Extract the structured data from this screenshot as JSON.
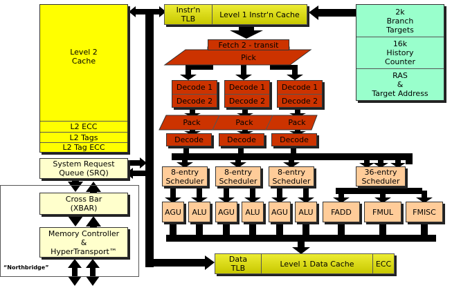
{
  "l2": {
    "cache": "Level 2\nCache",
    "ecc": "L2 ECC",
    "tags": "L2 Tags",
    "tag_ecc": "L2 Tag ECC"
  },
  "srq": "System Request\nQueue (SRQ)",
  "xbar": "Cross Bar\n(XBAR)",
  "memctrl": "Memory Controller\n&\nHyperTransport™",
  "northbridge": "“Northbridge”",
  "icache": {
    "tlb": "Instr'n\nTLB",
    "cache": "Level 1 Instr'n Cache"
  },
  "branch": {
    "targets": "2k\nBranch\nTargets",
    "history": "16k\nHistory\nCounter",
    "ras": "RAS\n&\nTarget Address"
  },
  "fetch": "Fetch 2 - transit",
  "pick": "Pick",
  "decode_lanes": [
    {
      "d1": "Decode 1",
      "d2": "Decode 2",
      "pack": "Pack",
      "decode": "Decode"
    },
    {
      "d1": "Decode 1",
      "d2": "Decode 2",
      "pack": "Pack",
      "decode": "Decode"
    },
    {
      "d1": "Decode 1",
      "d2": "Decode 2",
      "pack": "Pack",
      "decode": "Decode"
    }
  ],
  "int_schedulers": [
    {
      "label": "8-entry\nScheduler",
      "units": [
        "AGU",
        "ALU"
      ]
    },
    {
      "label": "8-entry\nScheduler",
      "units": [
        "AGU",
        "ALU"
      ]
    },
    {
      "label": "8-entry\nScheduler",
      "units": [
        "AGU",
        "ALU"
      ]
    }
  ],
  "fp_scheduler": {
    "label": "36-entry\nScheduler",
    "units": [
      "FADD",
      "FMUL",
      "FMISC"
    ]
  },
  "dcache": {
    "tlb": "Data\nTLB",
    "cache": "Level 1 Data Cache",
    "ecc": "ECC"
  },
  "colors": {
    "l2": "#ffff00",
    "l1": "#d4d400",
    "cream": "#ffffcc",
    "branch": "#99ffcc",
    "frontend": "#cc3300",
    "exec": "#ffcc99",
    "arrow": "#000000"
  }
}
